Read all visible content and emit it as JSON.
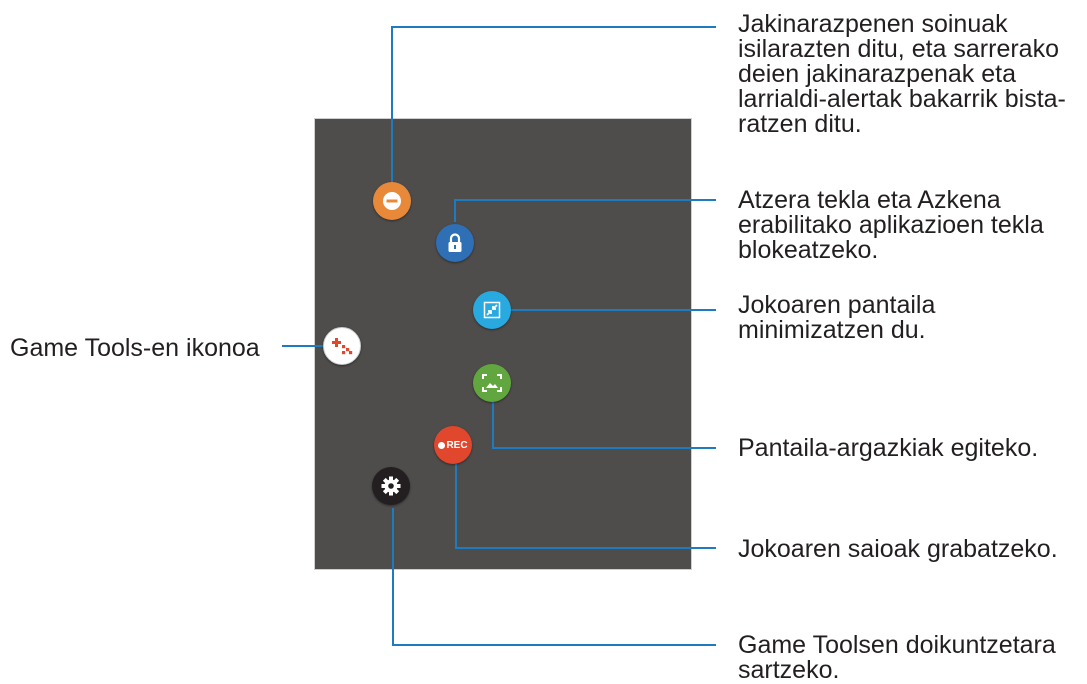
{
  "panel_color": "#4f4d4b",
  "callout_line_color": "#1f7bc0",
  "buttons": {
    "no_alerts": {
      "icon": "minus-circle-icon",
      "color": "#e8893a"
    },
    "lock_keys": {
      "icon": "lock-icon",
      "color": "#2f6fb5"
    },
    "minimize": {
      "icon": "minimize-arrows-icon",
      "color": "#28a9df"
    },
    "screenshot": {
      "icon": "screenshot-icon",
      "color": "#62a63f"
    },
    "record": {
      "icon": "record-icon",
      "label": "REC",
      "color": "#e0472c"
    },
    "settings": {
      "icon": "gear-icon",
      "color": "#231f20"
    },
    "game_tools": {
      "icon": "game-tools-icon",
      "color": "#ffffff"
    }
  },
  "labels": {
    "no_alerts": "Jakinarazpenen soinuak\nisilarazten ditu, eta sarrerako\ndeien jakinarazpenak eta\nlarrialdi-alertak bakarrik bista-\nratzen ditu.",
    "lock_keys": "Atzera tekla eta Azkena\nerabilitako aplikazioen tekla\nblokeatzeko.",
    "minimize": "Jokoaren pantaila\nminimizatzen du.",
    "game_tools": "Game Tools-en ikonoa",
    "screenshot": "Pantaila-argazkiak egiteko.",
    "record": "Jokoaren saioak grabatzeko.",
    "settings": "Game Toolsen doikuntzetara\nsartzeko."
  }
}
